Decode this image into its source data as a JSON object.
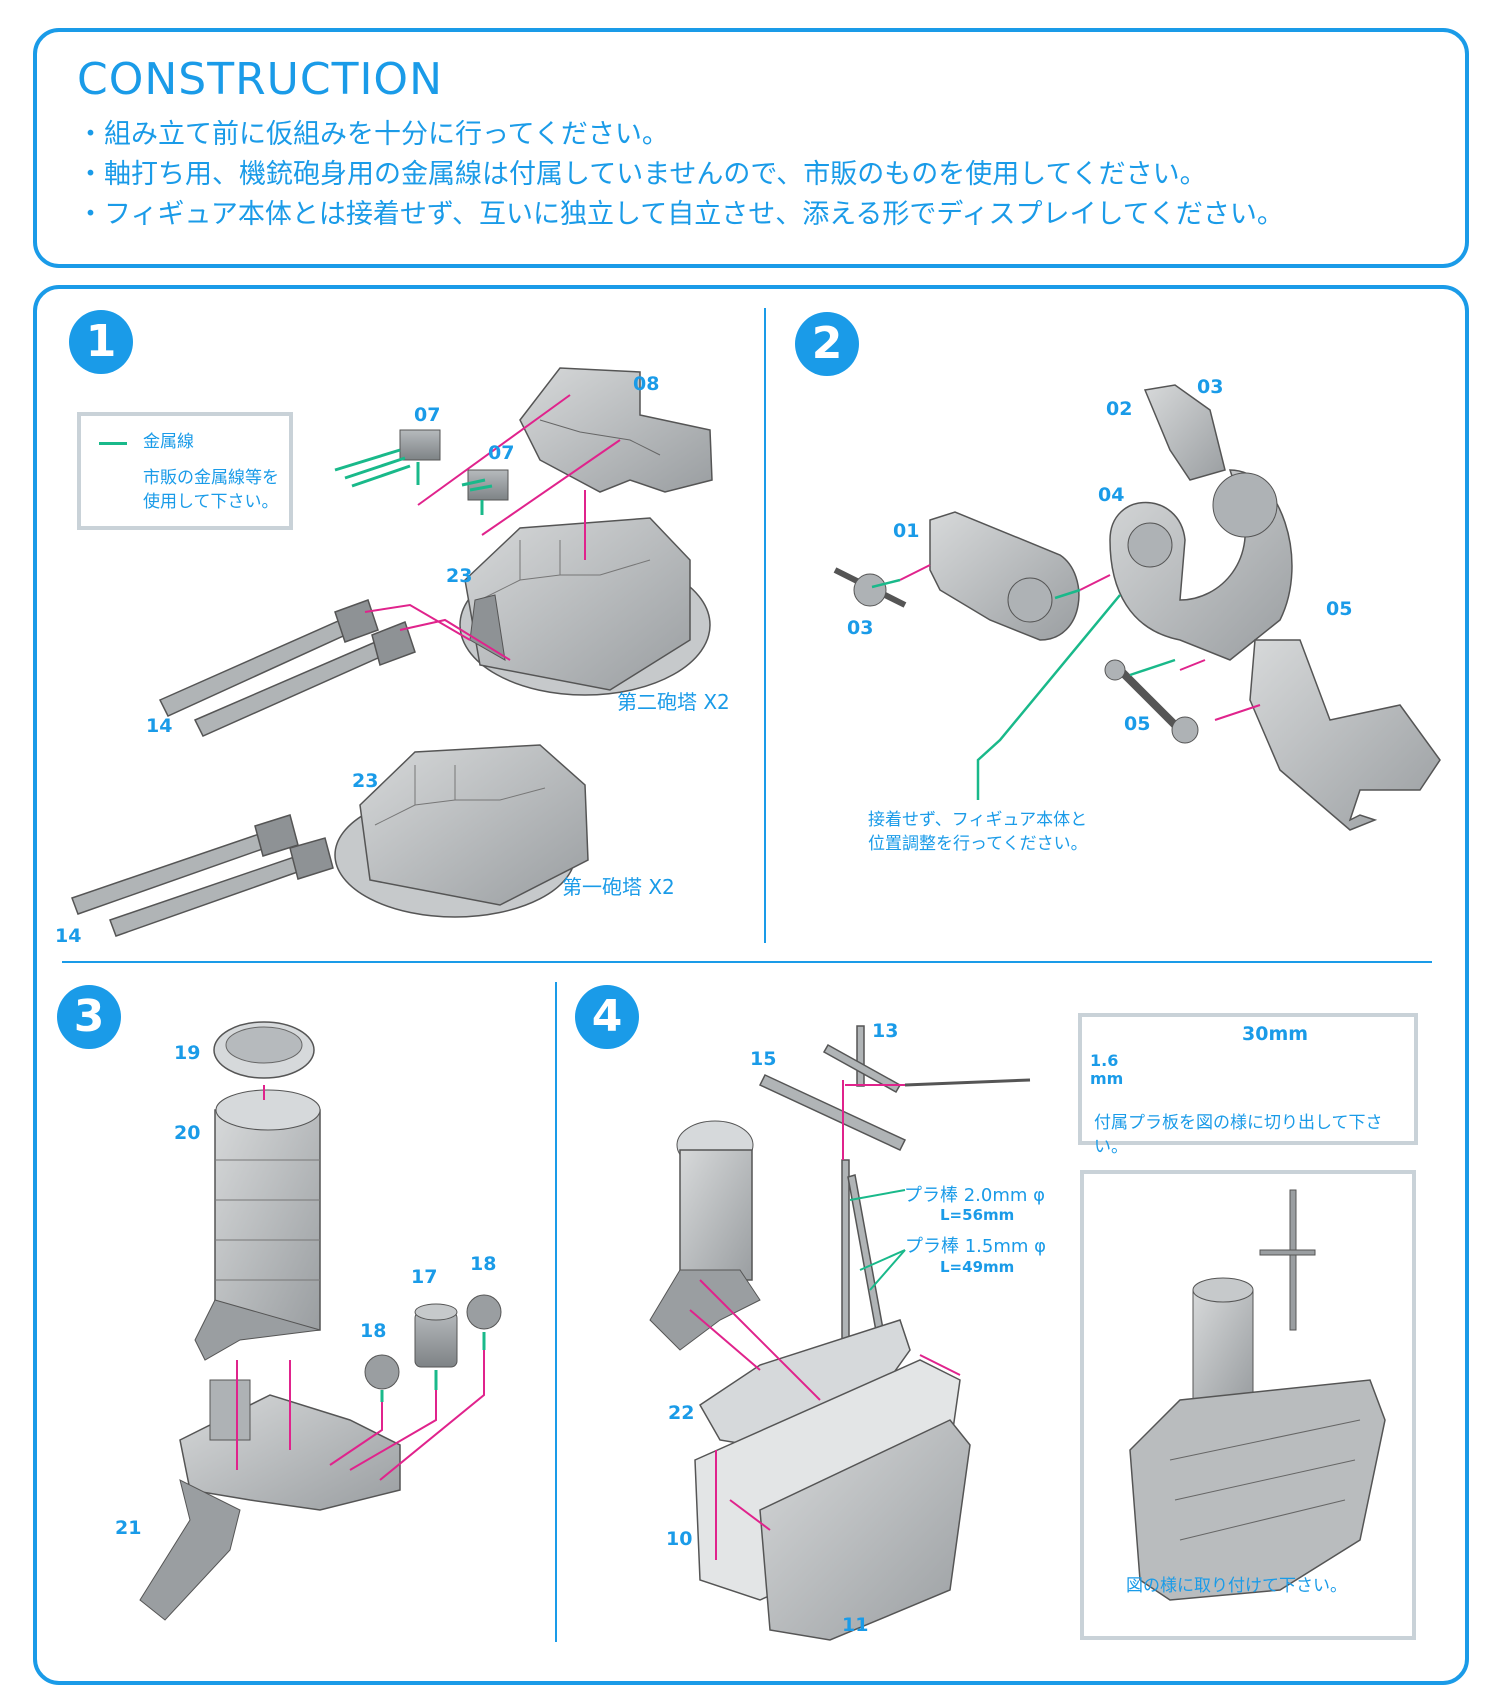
{
  "header": {
    "title": "CONSTRUCTION",
    "lines": [
      "・組み立て前に仮組みを十分に行ってください。",
      "・軸打ち用、機銃砲身用の金属線は付属していませんので、市販のものを使用してください。",
      "・フィギュア本体とは接着せず、互いに独立して自立させ、添える形でディスプレイしてください。"
    ]
  },
  "colors": {
    "accent": "#1a9be8",
    "pink": "#e0238c",
    "green": "#19b98a",
    "part": "#b9bcbe"
  },
  "step1": {
    "number": "1",
    "legend_title": "金属線",
    "legend_text_1": "市販の金属線等を",
    "legend_text_2": "使用して下さい。",
    "parts": {
      "p07a": "07",
      "p07b": "07",
      "p08": "08",
      "p23a": "23",
      "p14a": "14",
      "p23b": "23",
      "p14b": "14"
    },
    "caption_a": "第二砲塔 X2",
    "caption_b": "第一砲塔 X2"
  },
  "step2": {
    "number": "2",
    "parts": {
      "p02": "02",
      "p03a": "03",
      "p01": "01",
      "p04": "04",
      "p03b": "03",
      "p05a": "05",
      "p05b": "05"
    },
    "note_1": "接着せず、フィギュア本体と",
    "note_2": "位置調整を行ってください。"
  },
  "step3": {
    "number": "3",
    "parts": {
      "p19": "19",
      "p20": "20",
      "p17": "17",
      "p18a": "18",
      "p18b": "18",
      "p21": "21"
    }
  },
  "step4": {
    "number": "4",
    "parts": {
      "p13": "13",
      "p15": "15",
      "p22": "22",
      "p10": "10",
      "p11": "11"
    },
    "rod_a_1": "プラ棒 2.0mm φ",
    "rod_a_2": "L=56mm",
    "rod_b_1": "プラ棒 1.5mm φ",
    "rod_b_2": "L=49mm",
    "dim_length": "30mm",
    "dim_width_1": "1.6",
    "dim_width_2": "mm",
    "cut_note": "付属プラ板を図の様に切り出して下さい。",
    "final_note": "図の様に取り付けて下さい。"
  }
}
